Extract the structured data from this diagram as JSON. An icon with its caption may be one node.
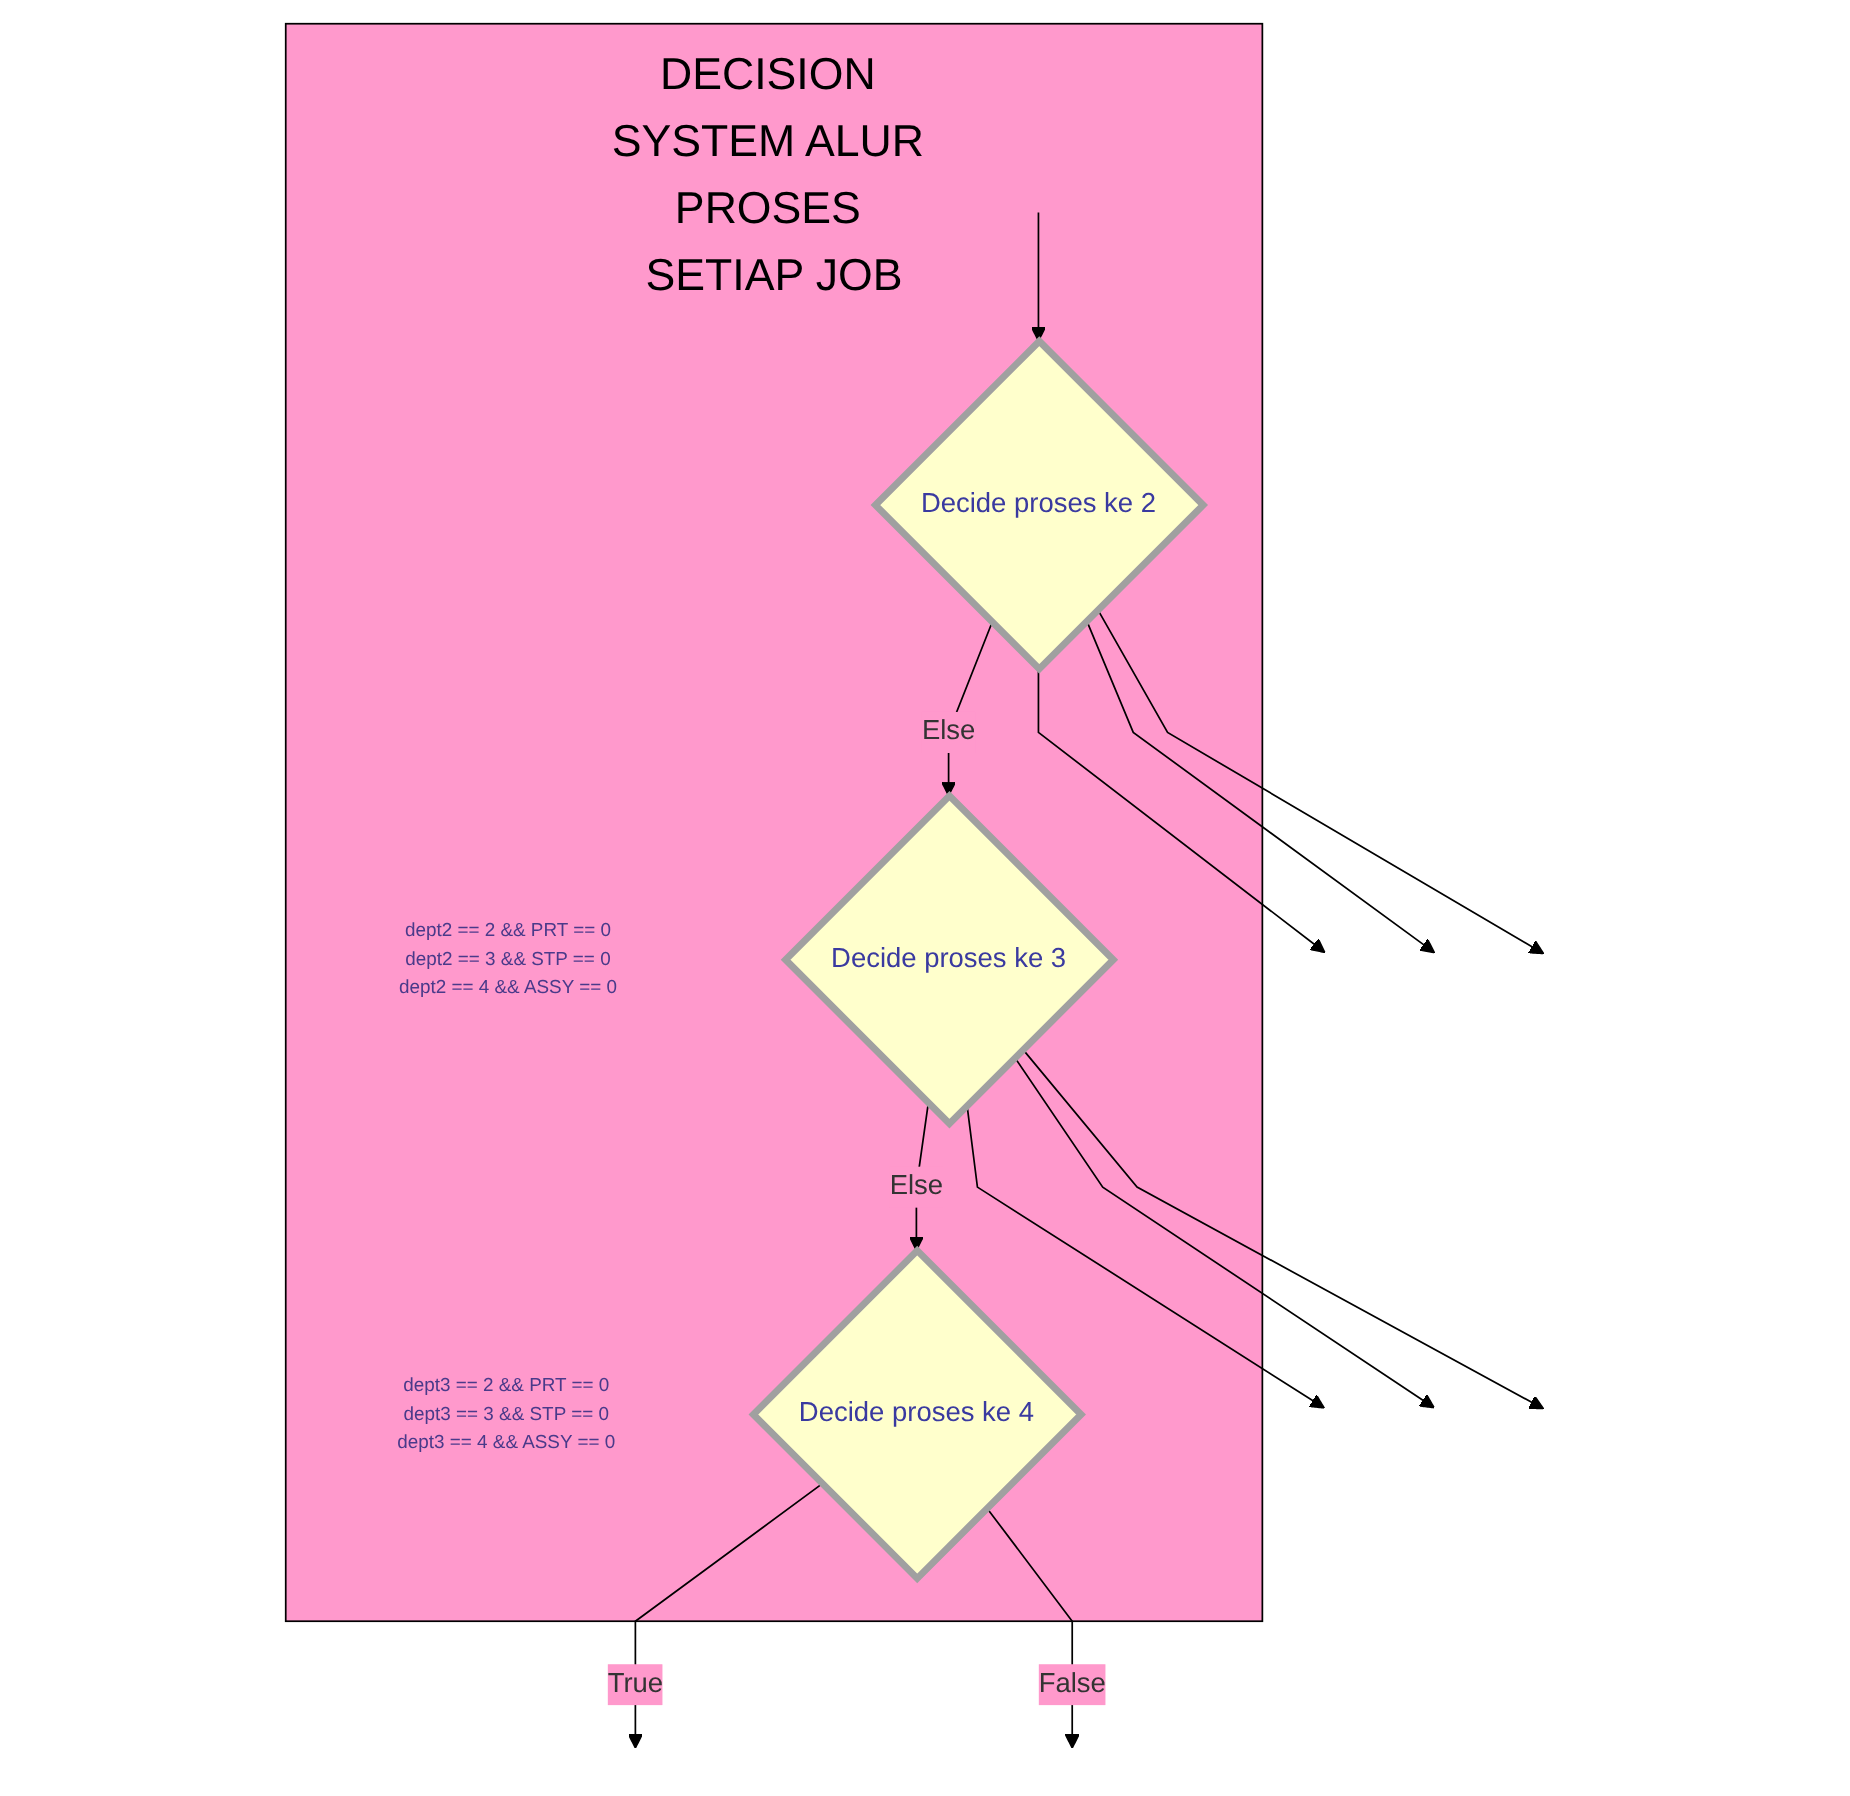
{
  "diagram": {
    "nodes": [
      {
        "text": [
          "DECISION SYSTEM ALUR PROSES SETIAP JOB"
        ]
      },
      {
        "text": [
          "Decide proses ke 2"
        ],
        "in": 0,
        "beside": [
          "dept2 == 2 && PRT == 0",
          "dept2 == 3 && STP == 0",
          "dept2 == 4 && ASSY == 0"
        ]
      },
      {
        "text": [
          "Decide proses ke 3"
        ],
        "in": 0,
        "beside": [
          "dept3 == 2 && PRT == 0",
          "dept3 == 3 && STP == 0",
          "dept3 == 4 && ASSY == 0"
        ]
      },
      {
        "text": [
          "Decide proses ke 4"
        ],
        "in": 0
      }
    ],
    "edges": [
      {
        "from": null,
        "to": 1,
        "arrow": "to"
      },
      {
        "from": 1,
        "to": null,
        "arrow": "to"
      },
      {
        "from": 1,
        "to": null,
        "arrow": "to"
      },
      {
        "from": 1,
        "to": null,
        "arrow": "to"
      },
      {
        "from": 1,
        "to": 2,
        "arrow": "to",
        "label": "Else"
      },
      {
        "from": 2,
        "to": null,
        "arrow": "to"
      },
      {
        "from": 2,
        "to": null,
        "arrow": "to"
      },
      {
        "from": 2,
        "to": null,
        "arrow": "to"
      },
      {
        "from": 2,
        "to": 3,
        "arrow": "to",
        "label": "Else"
      },
      {
        "from": 3,
        "to": null,
        "arrow": "to",
        "label": "True"
      },
      {
        "from": 3,
        "to": null,
        "arrow": "to",
        "label": "False"
      }
    ]
  }
}
